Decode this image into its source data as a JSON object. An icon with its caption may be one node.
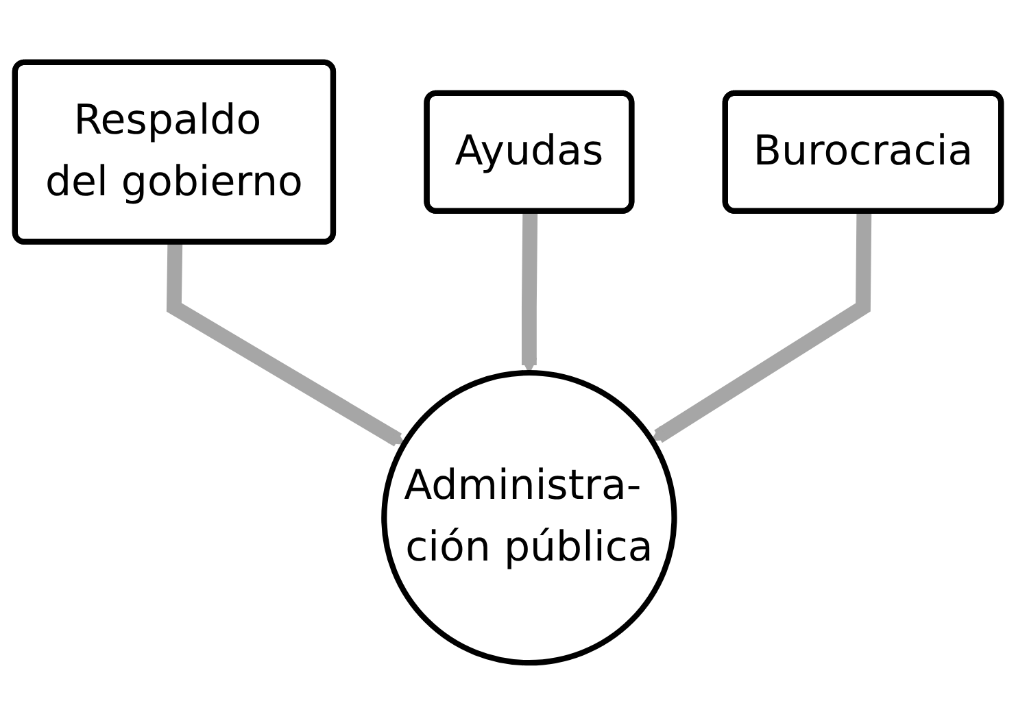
{
  "diagram": {
    "nodes": [
      {
        "text": [
          "Respaldo del gobierno"
        ]
      },
      {
        "text": [
          "Ayudas"
        ]
      },
      {
        "text": [
          "Burocracia"
        ]
      },
      {
        "text": [
          "Administra- ción pública"
        ]
      }
    ],
    "edges": [
      {
        "from": 0,
        "to": 3,
        "arrow": "to"
      },
      {
        "from": 1,
        "to": 3,
        "arrow": "to"
      },
      {
        "from": 2,
        "to": 3,
        "arrow": "to"
      }
    ]
  }
}
